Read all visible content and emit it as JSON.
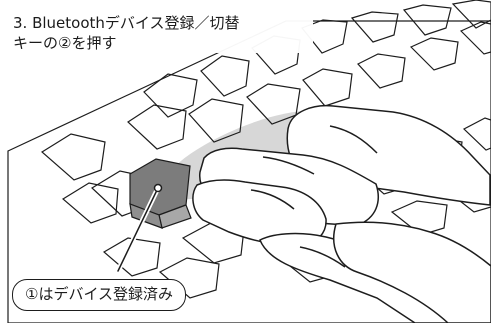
{
  "heading": {
    "line1": "3. Bluetoothデバイス登録／切替",
    "line2": "キーの②を押す"
  },
  "callout": {
    "label": "①はデバイス登録済み"
  },
  "colors": {
    "line": "#1d1d1d",
    "highlight": "#d8d8d8",
    "pressed_key": "#7d7d7d"
  }
}
